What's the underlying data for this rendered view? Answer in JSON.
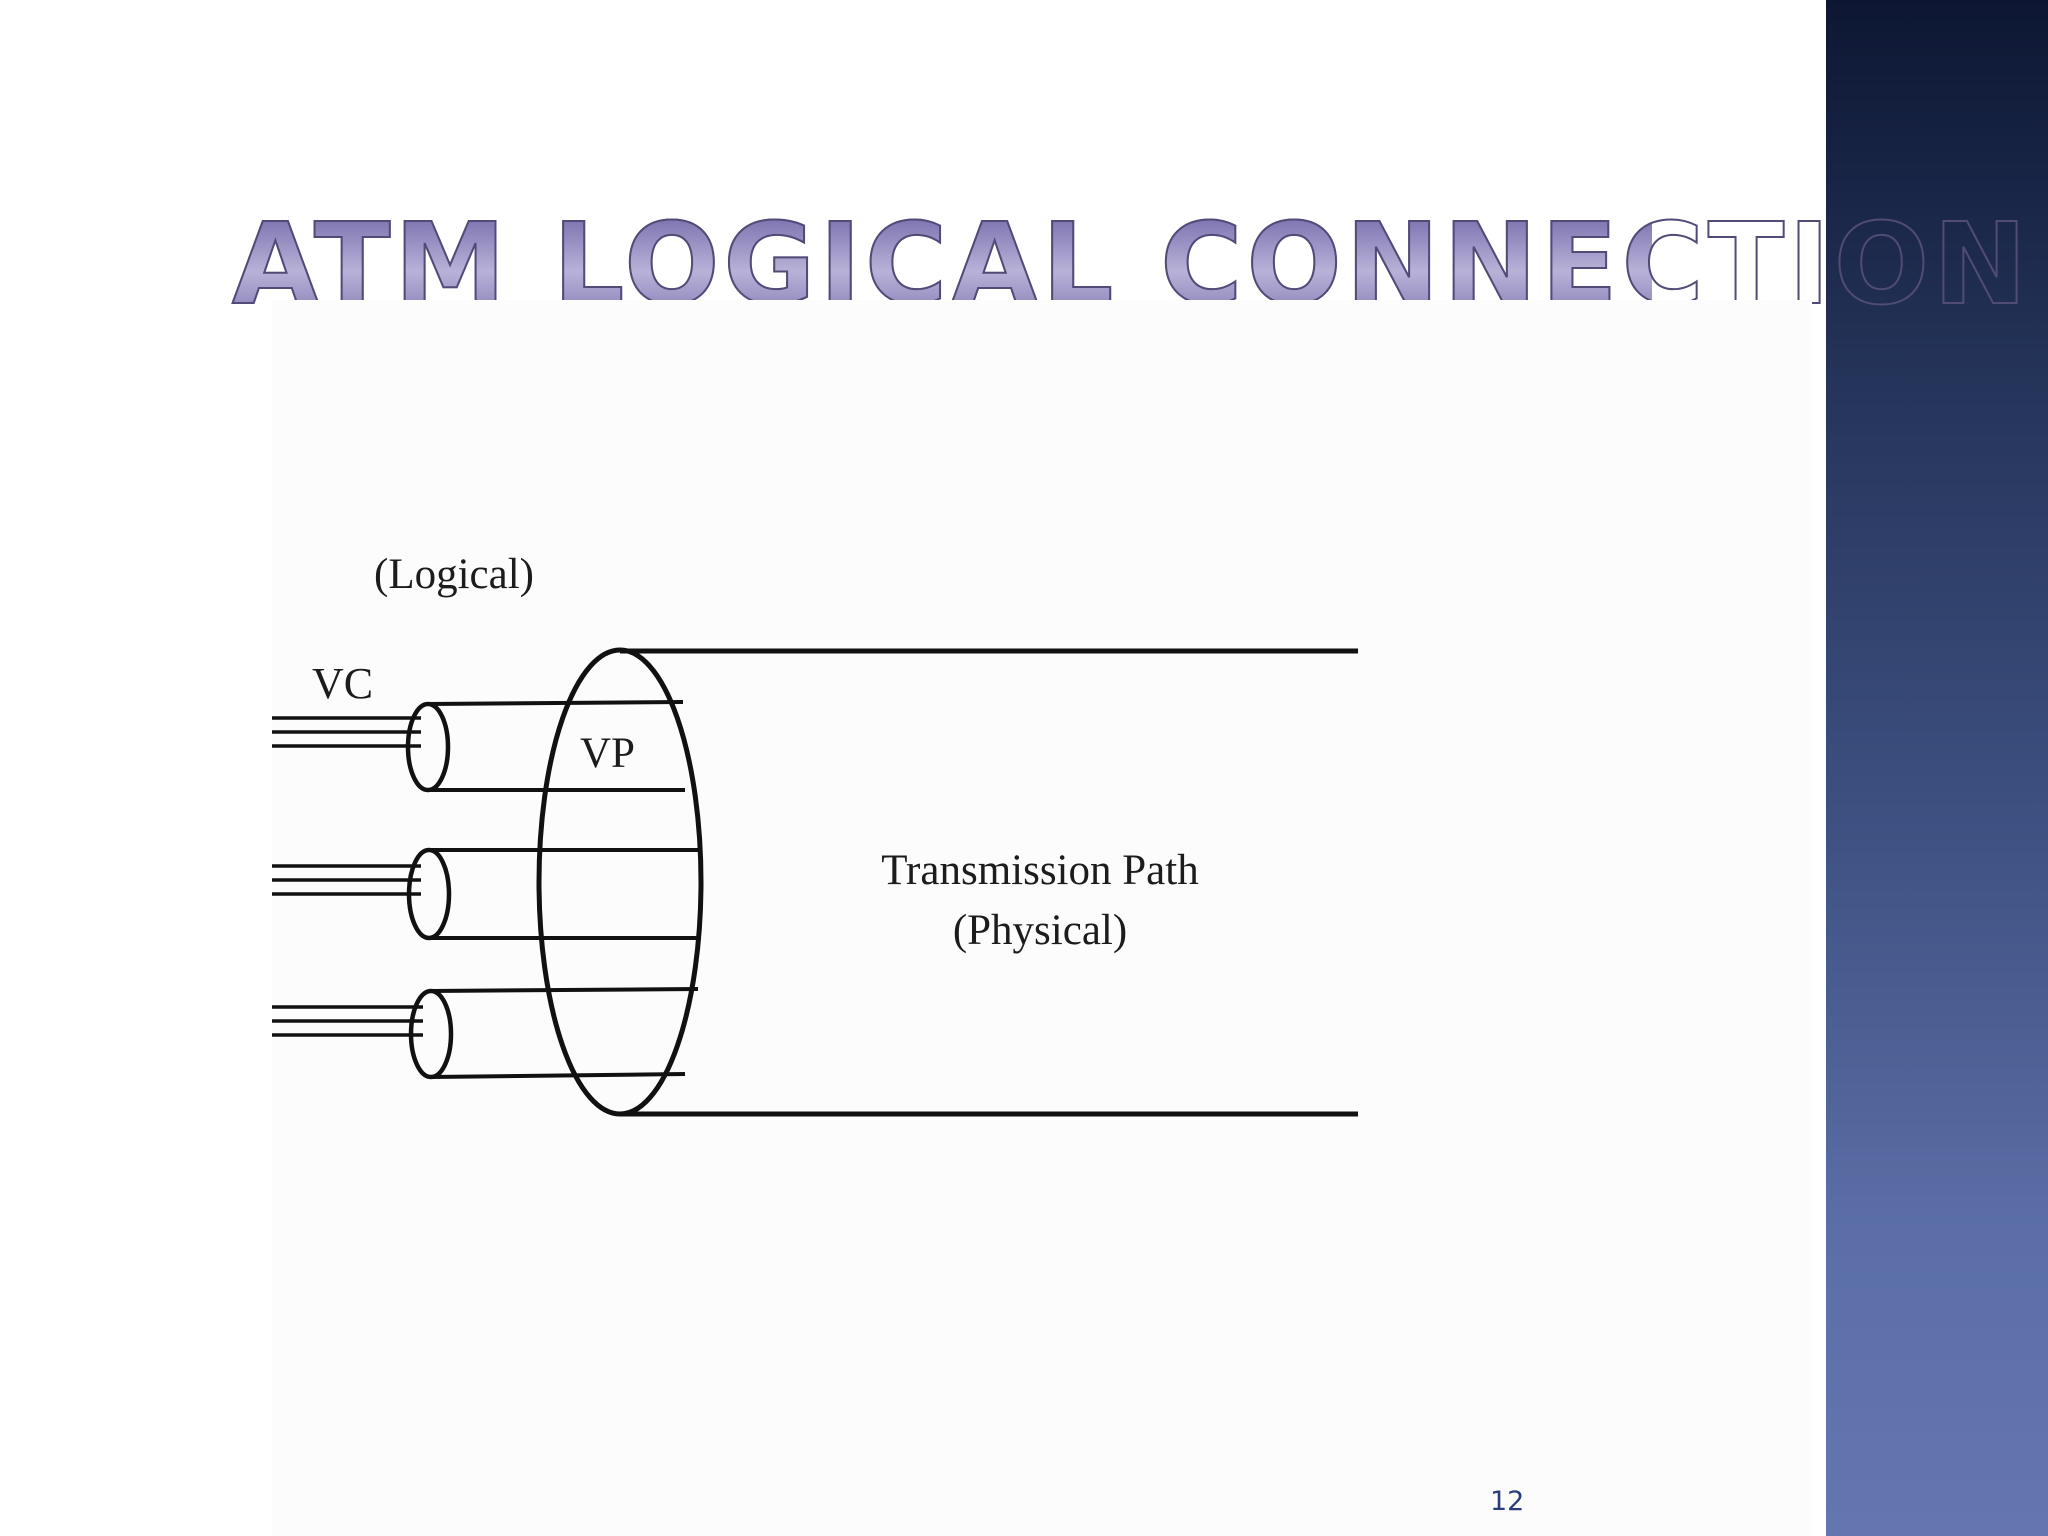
{
  "slide": {
    "title": "ATM Logical Connection",
    "page_number": "12"
  },
  "diagram": {
    "labels": {
      "logical": "(Logical)",
      "vc": "VC",
      "vp": "VP",
      "transmission_path": "Transmission Path",
      "physical": "(Physical)"
    }
  },
  "colors": {
    "title_fill": "#8d86b8",
    "title_outline": "#514b78",
    "band_top": "#0d1733",
    "band_bottom": "#6476af",
    "page_number": "#2a3d7a",
    "line": "#111111"
  }
}
